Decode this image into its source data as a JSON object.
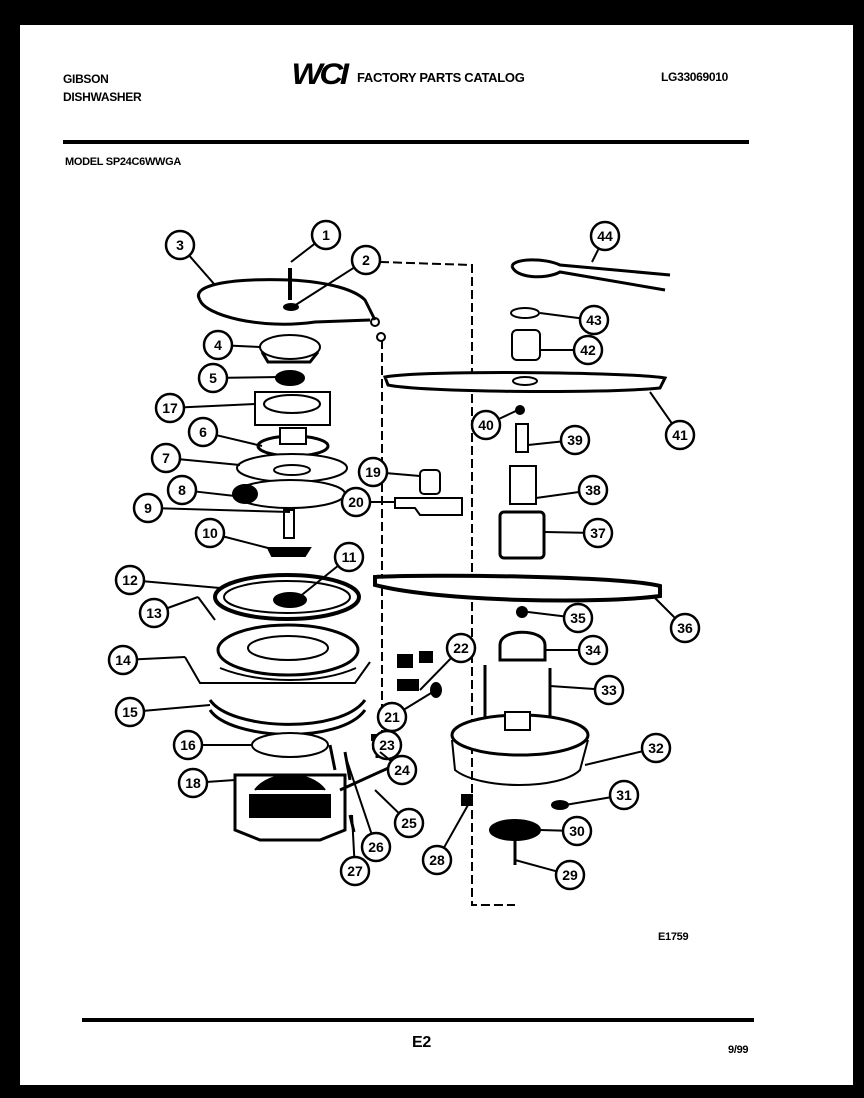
{
  "header": {
    "brand": "GIBSON",
    "product": "DISHWASHER",
    "logo_text": "WCI",
    "catalog_title": "FACTORY PARTS CATALOG",
    "catalog_number": "LG33069010",
    "model": "MODEL SP24C6WWGA"
  },
  "diagram": {
    "callouts": [
      "1",
      "2",
      "3",
      "4",
      "5",
      "17",
      "6",
      "7",
      "8",
      "9",
      "10",
      "19",
      "20",
      "11",
      "12",
      "13",
      "14",
      "15",
      "16",
      "18",
      "21",
      "22",
      "23",
      "24",
      "25",
      "26",
      "27",
      "28",
      "29",
      "30",
      "31",
      "32",
      "33",
      "34",
      "35",
      "36",
      "37",
      "38",
      "39",
      "40",
      "41",
      "42",
      "43",
      "44"
    ],
    "figure_code": "E1759"
  },
  "footer": {
    "page": "E2",
    "date": "9/99"
  }
}
